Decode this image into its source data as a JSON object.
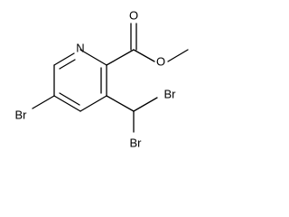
{
  "molecule": {
    "atoms": {
      "ring_nitrogen": "N",
      "carbonyl_oxygen": "O",
      "ester_oxygen": "O",
      "ring_bromine": "Br",
      "side_bromine_upper": "Br",
      "side_bromine_lower": "Br"
    }
  }
}
